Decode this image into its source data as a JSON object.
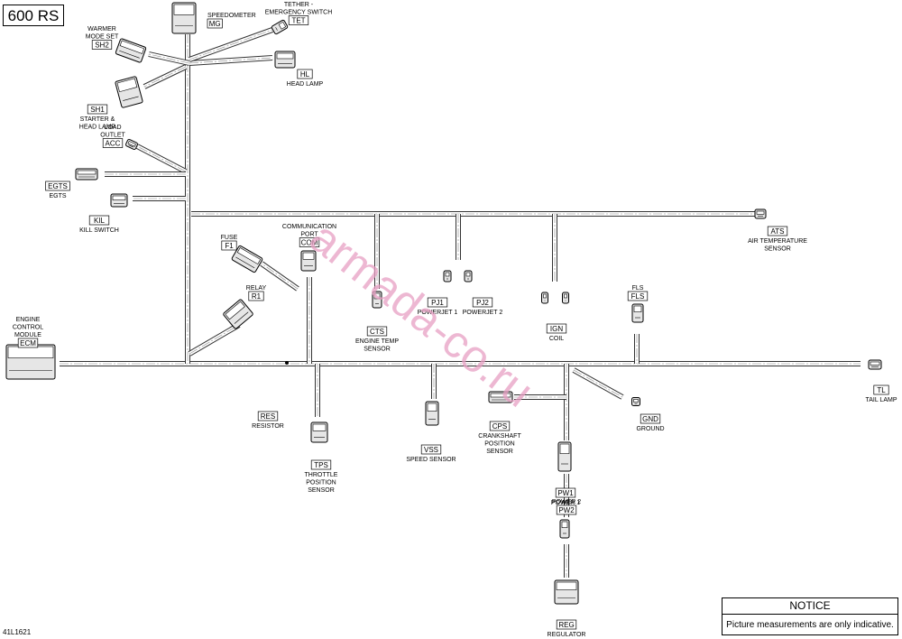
{
  "title": "600 RS",
  "doc_code": "41L1621",
  "watermark": "armada-co.ru",
  "notice": {
    "title": "NOTICE",
    "text": "Picture measurements are only indicative."
  },
  "components": {
    "mg": {
      "code": "MG",
      "label": [
        "SPEEDOMETER"
      ]
    },
    "tet": {
      "code": "TET",
      "label": [
        "TETHER -",
        "EMERGENCY SWITCH"
      ]
    },
    "sh2": {
      "code": "SH2",
      "label": [
        "WARMER",
        "MODE SET"
      ]
    },
    "hl": {
      "code": "HL",
      "label": [
        "HEAD LAMP"
      ]
    },
    "sh1": {
      "code": "SH1",
      "label": [
        "STARTER &",
        "HEAD LAMP"
      ]
    },
    "acc": {
      "code": "ACC",
      "label": [
        "LOAD",
        "OUTLET"
      ]
    },
    "egts": {
      "code": "EGTS",
      "label": [
        "EGTS"
      ]
    },
    "kil": {
      "code": "KIL",
      "label": [
        "KILL SWITCH"
      ]
    },
    "ats": {
      "code": "ATS",
      "label": [
        "AIR TEMPERATURE",
        "SENSOR"
      ]
    },
    "f1": {
      "code": "F1",
      "label": [
        "FUSE"
      ]
    },
    "com": {
      "code": "COM",
      "label": [
        "COMMUNICATION",
        "PORT"
      ]
    },
    "pj1": {
      "code": "PJ1",
      "label": [
        "POWERJET 1"
      ]
    },
    "pj2": {
      "code": "PJ2",
      "label": [
        "POWERJET 2"
      ]
    },
    "r1": {
      "code": "R1",
      "label": [
        "RELAY"
      ]
    },
    "cts": {
      "code": "CTS",
      "label": [
        "ENGINE TEMP",
        "SENSOR"
      ]
    },
    "ign": {
      "code": "IGN",
      "label": [
        "COIL"
      ]
    },
    "fls": {
      "code": "FLS",
      "label": [
        "FLS"
      ]
    },
    "ecm": {
      "code": "ECM",
      "label": [
        "ENGINE",
        "CONTROL",
        "MODULE"
      ]
    },
    "tl": {
      "code": "TL",
      "label": [
        "TAIL LAMP"
      ]
    },
    "res": {
      "code": "RES",
      "label": [
        "RESISTOR"
      ]
    },
    "gnd": {
      "code": "GND",
      "label": [
        "GROUND"
      ]
    },
    "cps": {
      "code": "CPS",
      "label": [
        "CRANKSHAFT",
        "POSITION",
        "SENSOR"
      ]
    },
    "vss": {
      "code": "VSS",
      "label": [
        "SPEED SENSOR"
      ]
    },
    "tps": {
      "code": "TPS",
      "label": [
        "THROTTLE",
        "POSITION",
        "SENSOR"
      ]
    },
    "pw1": {
      "code": "PW1",
      "label": [
        "POWER 1"
      ]
    },
    "pw2": {
      "code": "PW2",
      "label": [
        "POWER 2"
      ]
    },
    "reg": {
      "code": "REG",
      "label": [
        "REGULATOR"
      ]
    }
  }
}
